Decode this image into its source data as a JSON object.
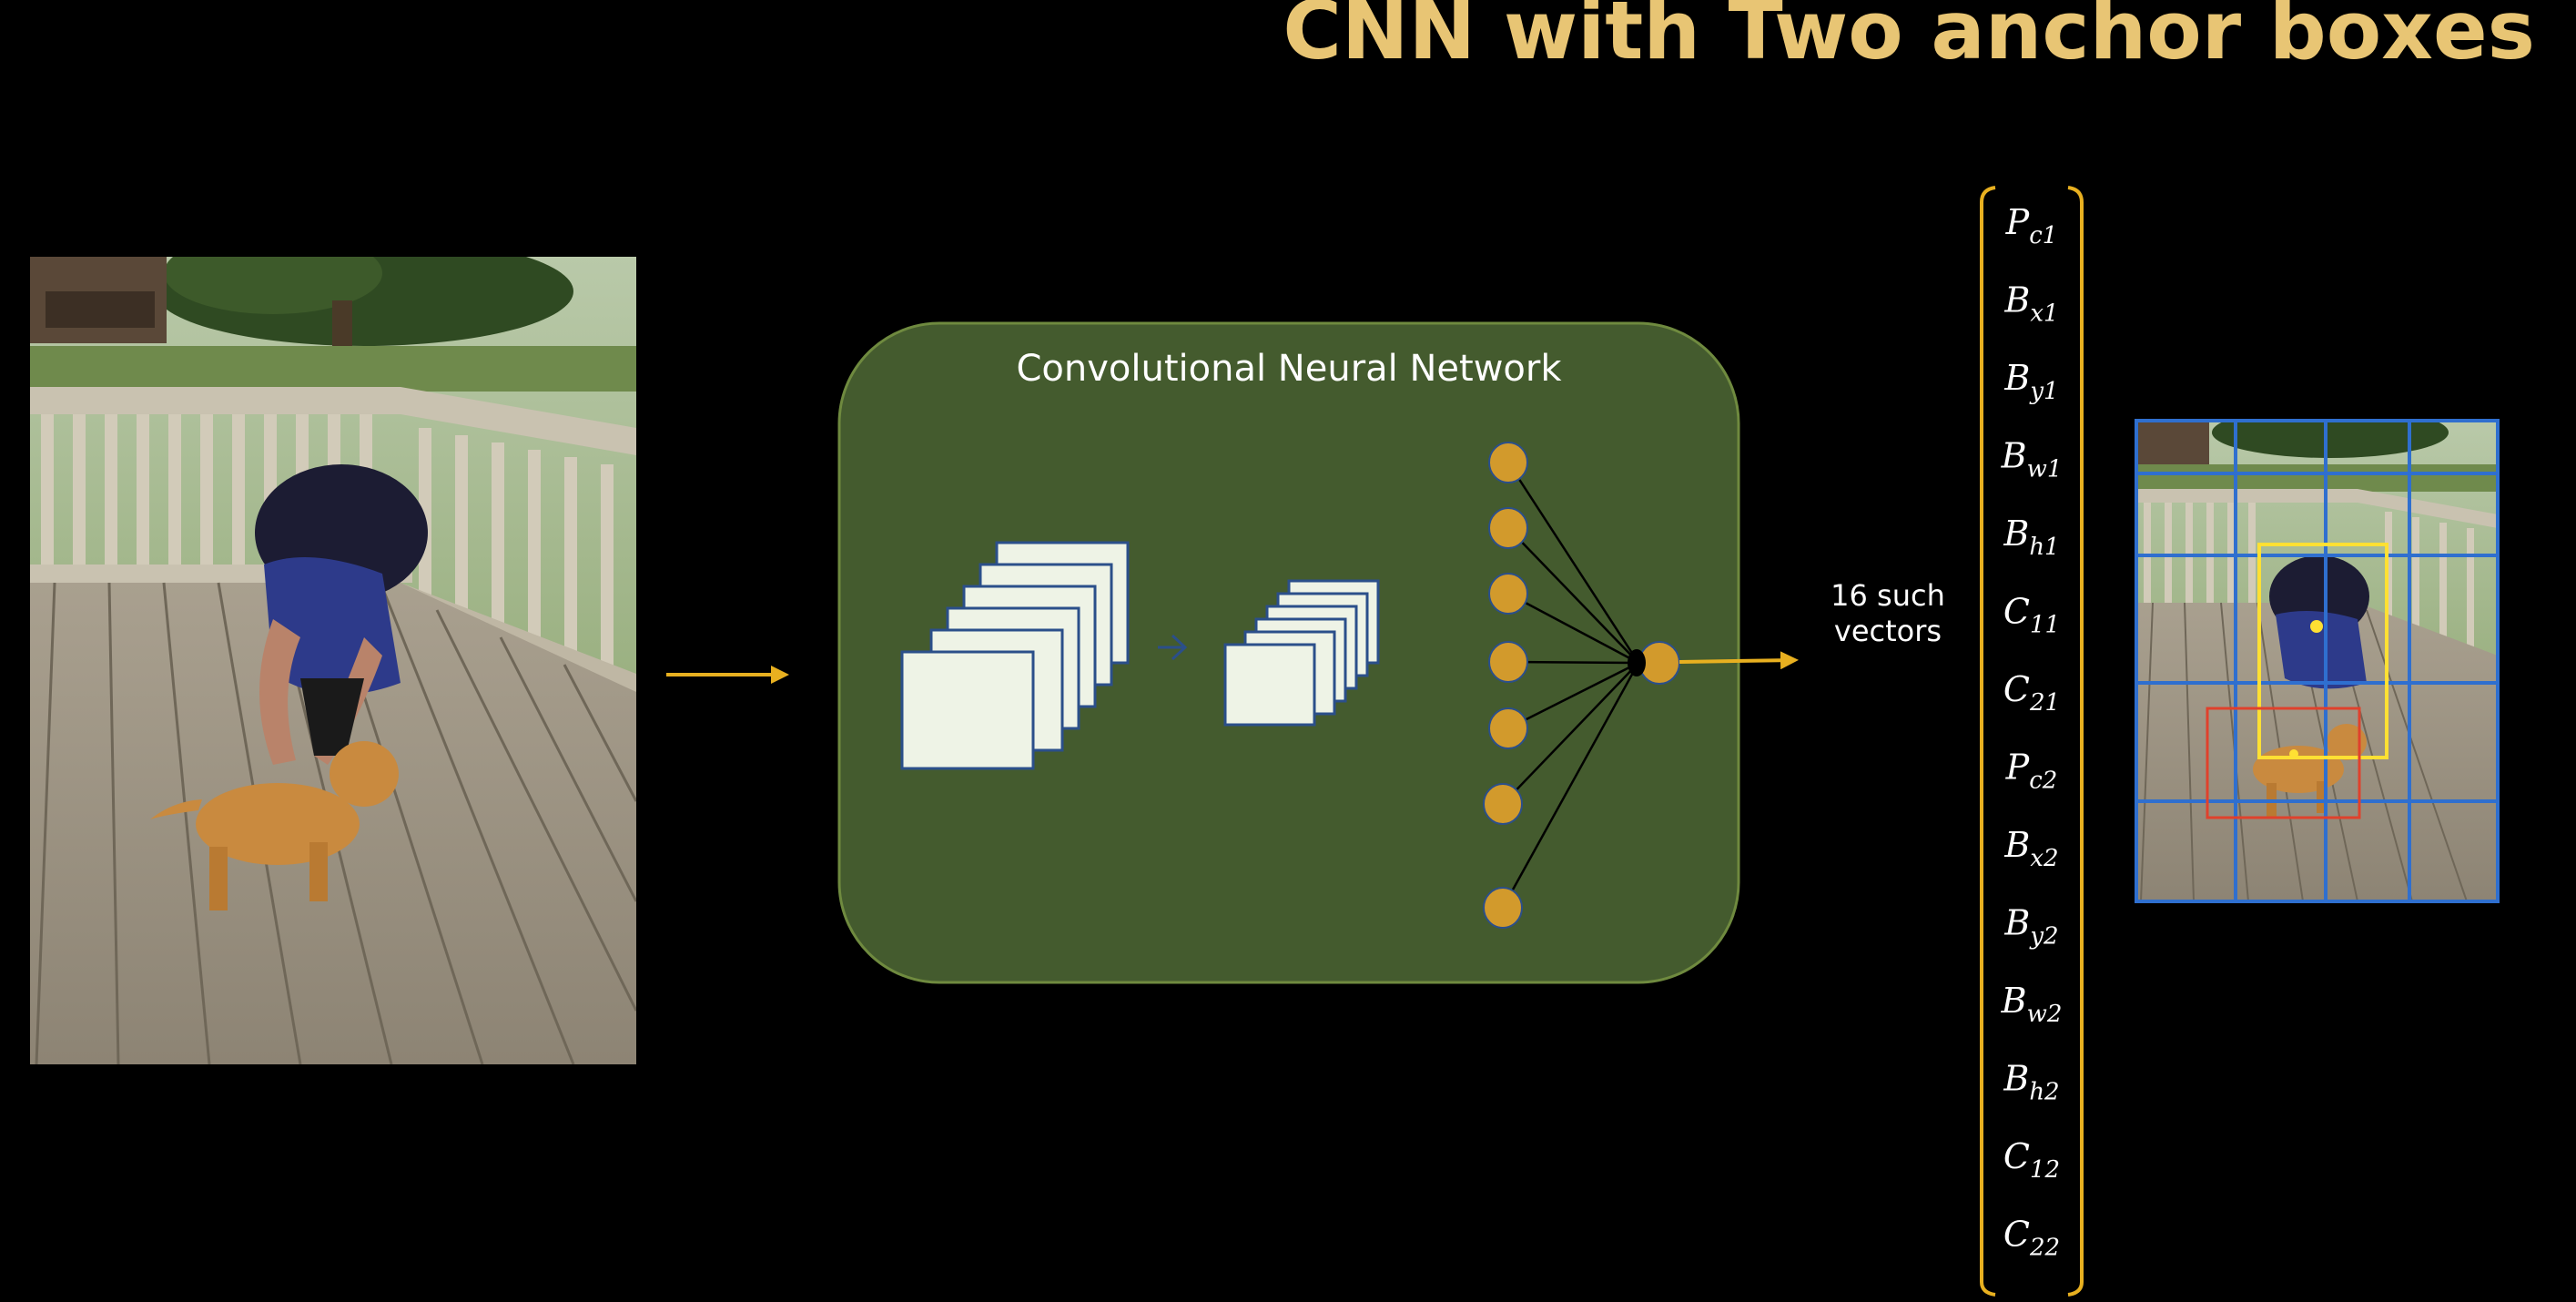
{
  "slide": {
    "title": "CNN with Two anchor boxes"
  },
  "network": {
    "title": "Convolutional Neural Network"
  },
  "caption": {
    "line1": "16 such",
    "line2": "vectors"
  },
  "vector": [
    {
      "main": "P",
      "sub": "c1"
    },
    {
      "main": "B",
      "sub": "x1"
    },
    {
      "main": "B",
      "sub": "y1"
    },
    {
      "main": "B",
      "sub": "w1"
    },
    {
      "main": "B",
      "sub": "h1"
    },
    {
      "main": "C",
      "sub": "11"
    },
    {
      "main": "C",
      "sub": "21"
    },
    {
      "main": "P",
      "sub": "c2"
    },
    {
      "main": "B",
      "sub": "x2"
    },
    {
      "main": "B",
      "sub": "y2"
    },
    {
      "main": "B",
      "sub": "w2"
    },
    {
      "main": "B",
      "sub": "h2"
    },
    {
      "main": "C",
      "sub": "12"
    },
    {
      "main": "C",
      "sub": "22"
    }
  ],
  "colors": {
    "title": "#e8c574",
    "network_panel": "#445b2e",
    "arrow": "#e8b020",
    "neuron": "#d29a2c",
    "feature_map": "#eef3e6",
    "grid": "#2f6fcf",
    "anchor_box_1": "#ffe033",
    "anchor_box_2": "#e0412c"
  },
  "grid": {
    "rows": 5,
    "cols": 4
  }
}
